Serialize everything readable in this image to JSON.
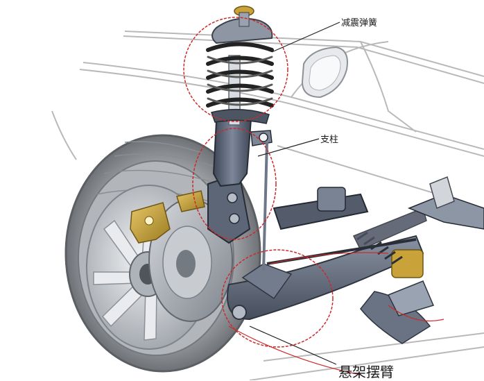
{
  "labels": {
    "spring": "减震弹簧",
    "strut": "支柱",
    "control_arm": "悬架摆臂"
  },
  "colors": {
    "highlight_circle": "#cc2a2a",
    "leader_line": "#222222",
    "tire": "#8b8e93",
    "rim": "#c9ccd1",
    "rotor": "#9aa0a8",
    "caliper": "#c9a23a",
    "spring": "#2b2b2b",
    "strut": "#5a6374",
    "car_outline": "#b9b9b9"
  }
}
